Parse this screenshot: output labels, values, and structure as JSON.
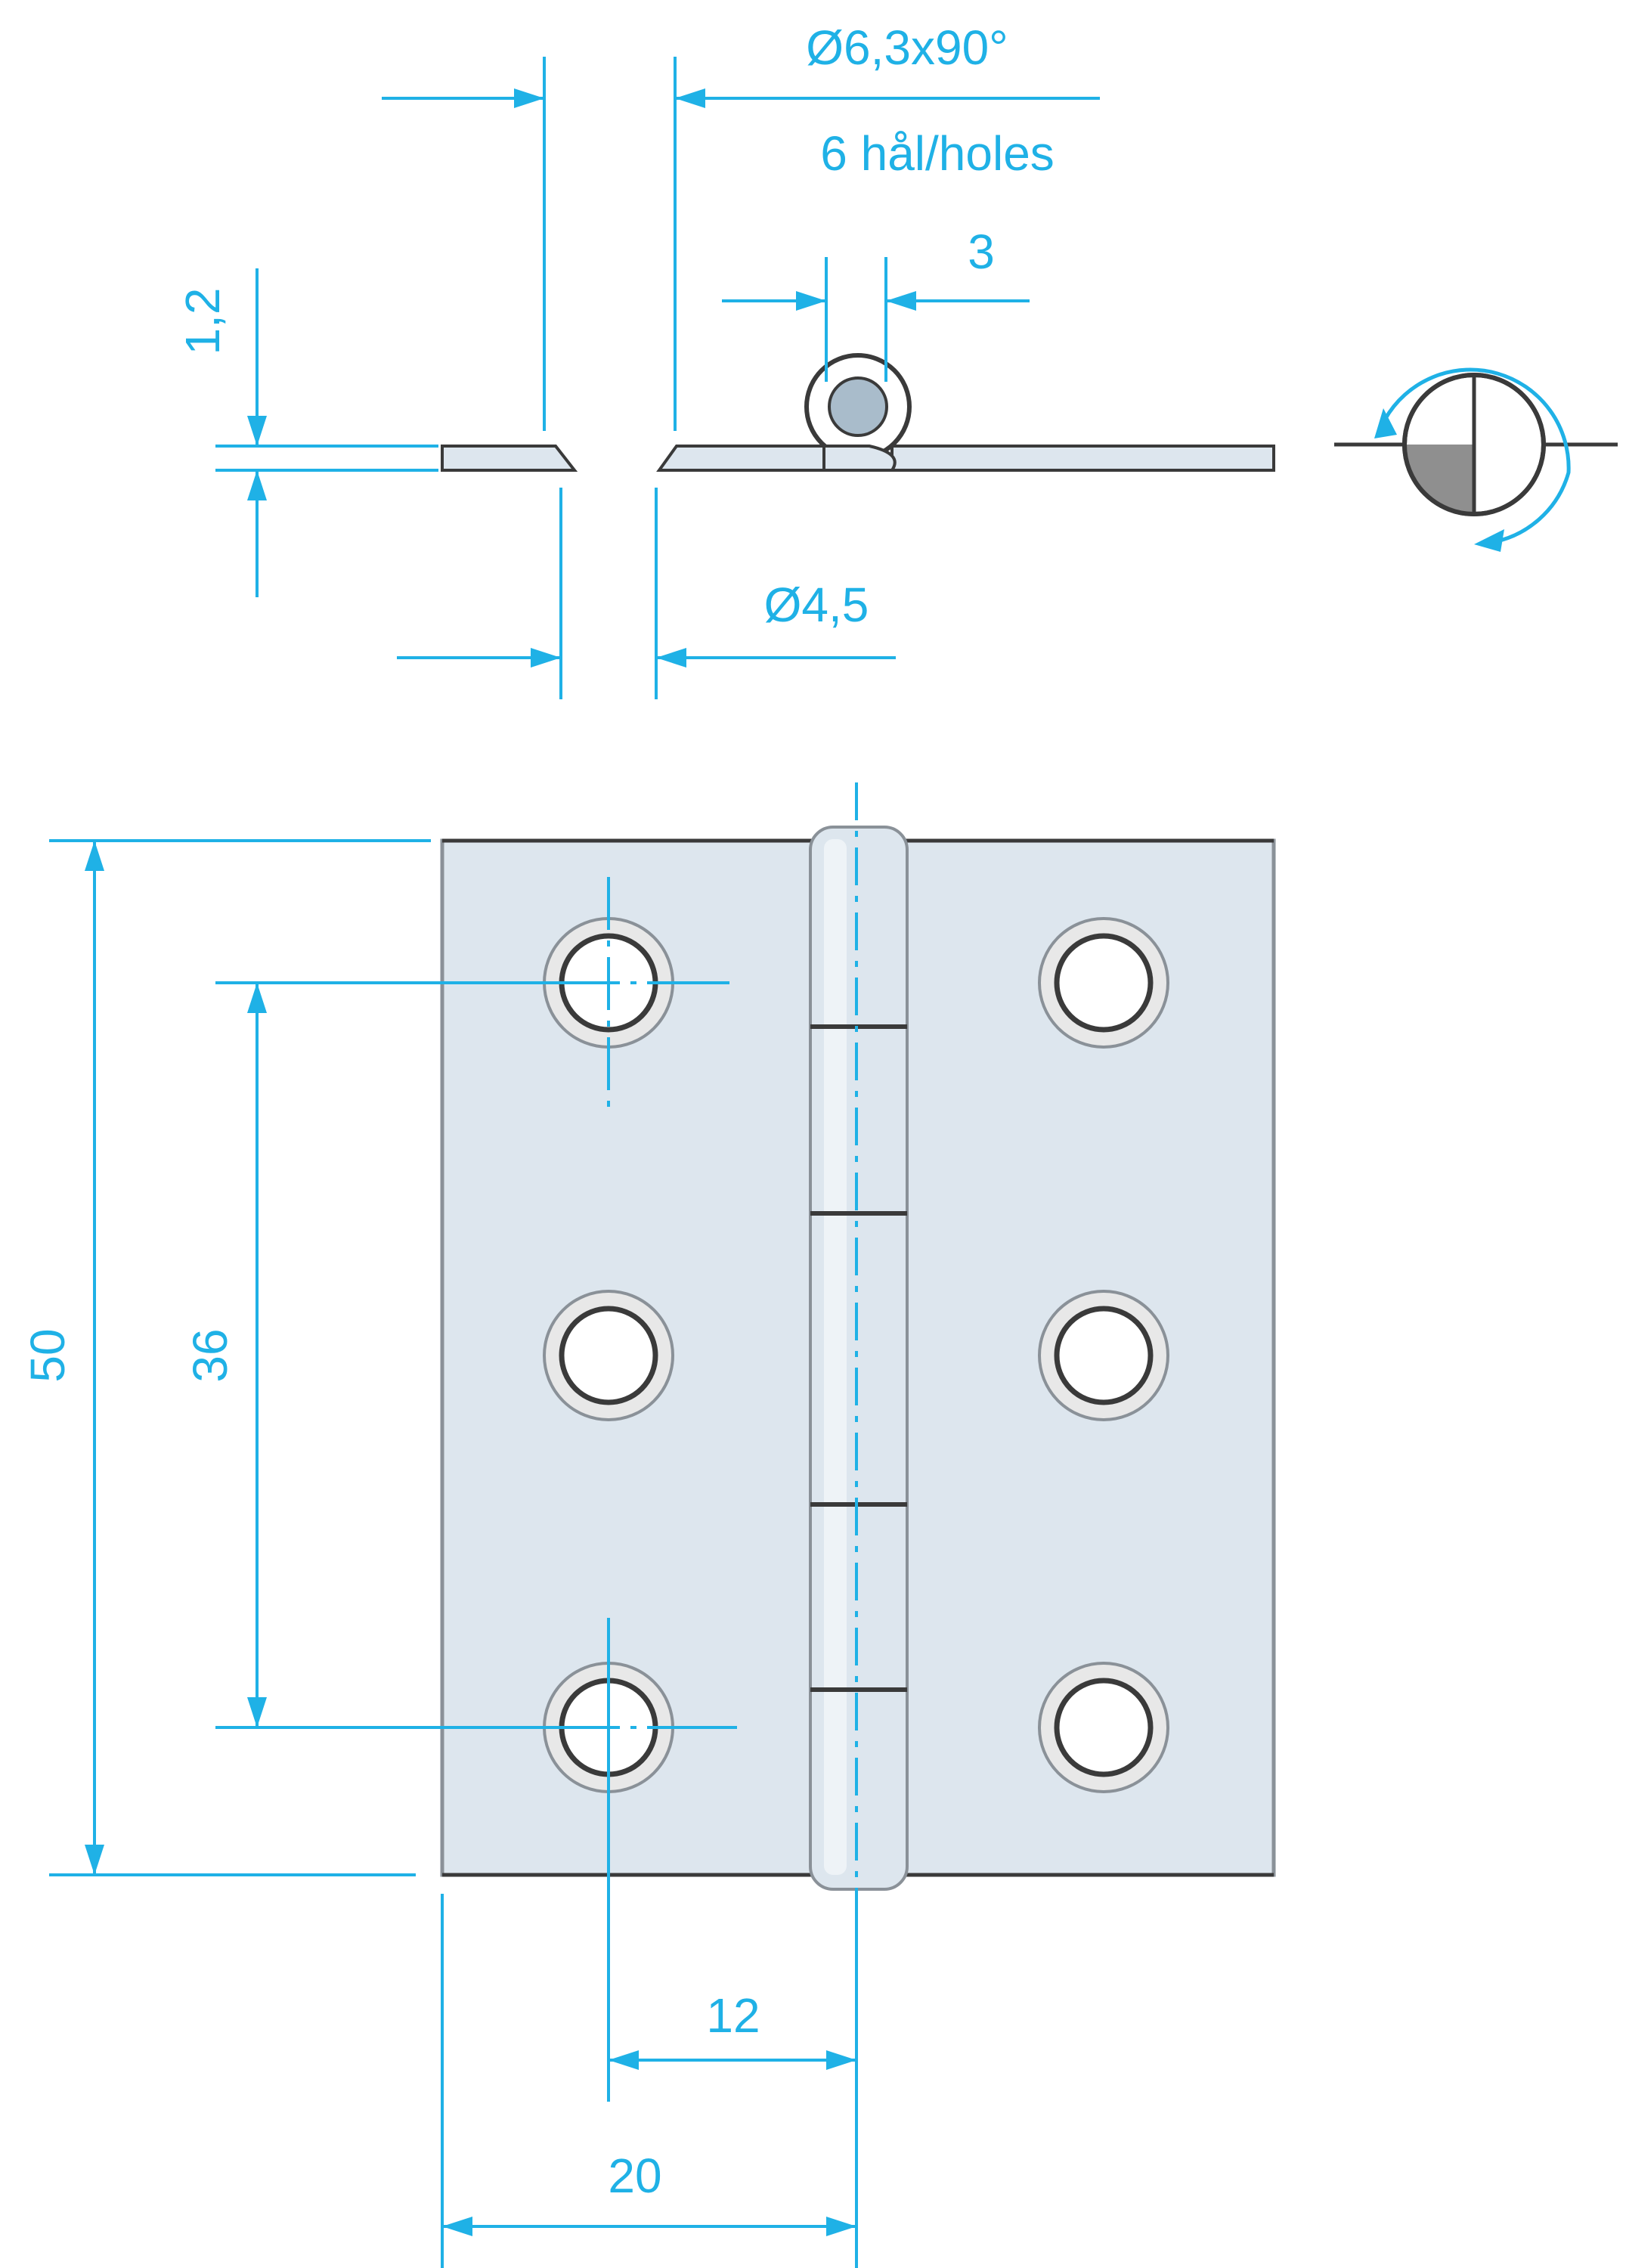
{
  "colors": {
    "dimension": "#1fb1e6",
    "outline": "#3a3a3a",
    "plate_fill": "#dde6ee",
    "plate_edge": "#8a9198",
    "pin_fill": "#a9bccb",
    "hole_ring": "#e8e8e8",
    "quadrant_fill": "#8f8f8f"
  },
  "annotations": {
    "countersink": "Ø6,3x90°",
    "holes_count": "6 hål/holes",
    "knuckle_width": "3",
    "thickness": "1,2",
    "hole_diameter": "Ø4,5",
    "overall_height": "50",
    "hole_spacing": "36",
    "hole_to_pin": "12",
    "leaf_width": "20"
  },
  "icons": {
    "projection_symbol": "third-angle-projection-icon",
    "rotation_arrow": "rotation-arrow-icon"
  }
}
